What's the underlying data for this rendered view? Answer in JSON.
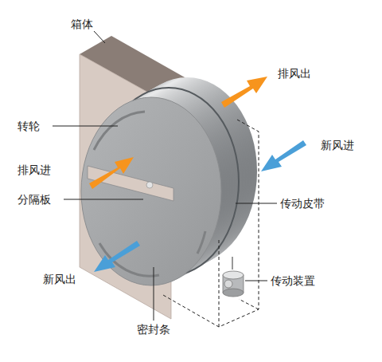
{
  "diagram": {
    "labels": [
      "箱体",
      "转轮",
      "排风进",
      "分隔板",
      "新风出",
      "密封条",
      "排风出",
      "新风进",
      "传动皮带",
      "传动装置"
    ]
  }
}
